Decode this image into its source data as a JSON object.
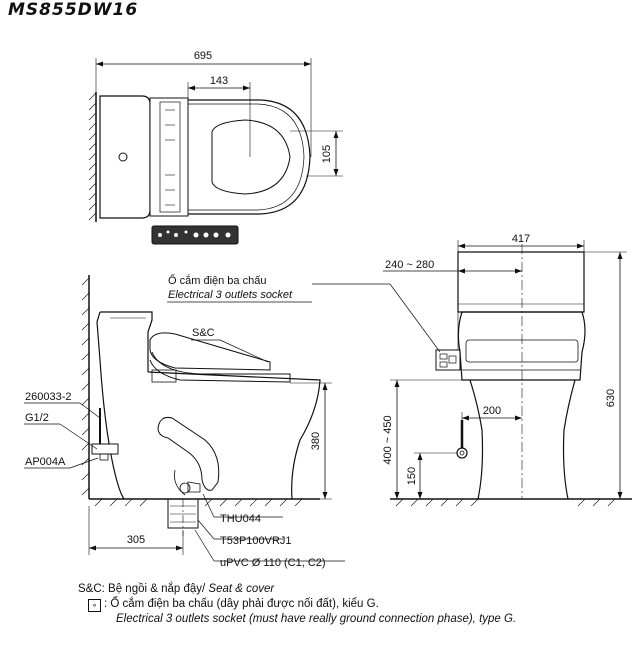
{
  "model": "MS855DW16",
  "top_view": {
    "dim_width": "695",
    "dim_seat_offset": "143",
    "dim_socket": "105"
  },
  "side_view": {
    "socket_label_vi": "Ổ cắm điện ba chấu",
    "socket_label_en": "Electrical 3 outlets socket",
    "sc_label": "S&C",
    "parts": [
      "260033-2",
      "G1/2",
      "AP004A",
      "THU044",
      "T53P100VRJ1",
      "uPVC Ø 110 (C1, C2)"
    ],
    "dim_height": "380",
    "dim_back": "305"
  },
  "front_view": {
    "dim_width": "417",
    "dim_range": "240 ~ 280",
    "dim_200": "200",
    "dim_400": "400 ~ 450",
    "dim_150": "150",
    "dim_630": "630"
  },
  "legend": {
    "sc_line_normal": "S&C: Bệ ngồi & nắp đậy/ ",
    "sc_line_italic": "Seat & cover",
    "socket_line_vi": ": Ổ cắm điện ba chấu (dây phải được nối đất), kiểu G.",
    "socket_line_en": "Electrical 3 outlets socket (must have really ground connection phase), type G."
  }
}
